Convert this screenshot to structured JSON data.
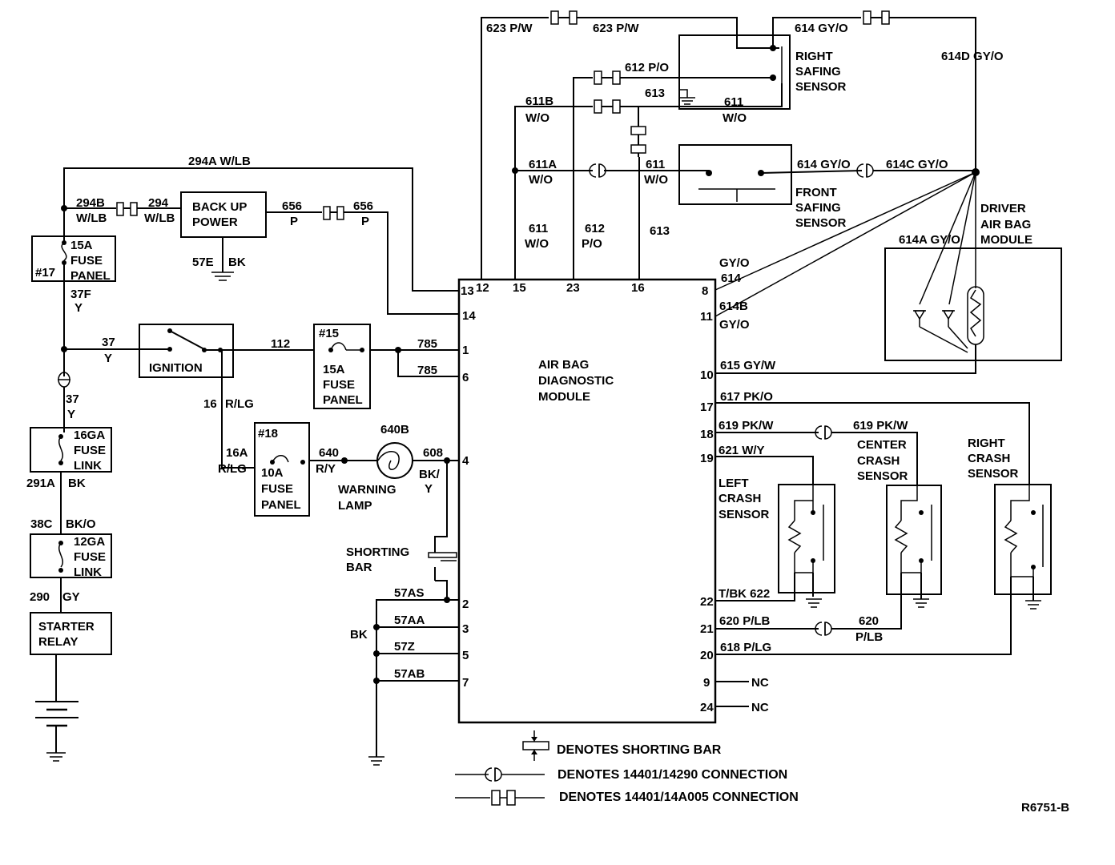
{
  "module": {
    "name": [
      "AIR BAG",
      "DIAGNOSTIC",
      "MODULE"
    ]
  },
  "pins": {
    "p13": "13",
    "p12": "12",
    "p15": "15",
    "p23": "23",
    "p16": "16",
    "p8": "8",
    "p14": "14",
    "p1": "1",
    "p6": "6",
    "p4": "4",
    "p2": "2",
    "p3": "3",
    "p5": "5",
    "p7": "7",
    "p11": "11",
    "p10": "10",
    "p17": "17",
    "p18": "18",
    "p19": "19",
    "p22": "22",
    "p21": "21",
    "p20": "20",
    "p9": "9",
    "p24": "24"
  },
  "wires": {
    "w623a": "623 P/W",
    "w623b": "623 P/W",
    "w614gyo": "614  GY/O",
    "w614d": "614D GY/O",
    "w612po": "612 P/O",
    "w613top": "613",
    "w611b": "611B",
    "w611b_c": "W/O",
    "w611top": "611",
    "w611top_c": "W/O",
    "w611a": "611A",
    "w611a_c": "W/O",
    "w611mid": "611",
    "w611mid_c": "W/O",
    "w614front": "614 GY/O",
    "w614c": "614C GY/O",
    "w611v": "611",
    "w611v_c": "W/O",
    "w612v": "612",
    "w612v_c": "P/O",
    "w613v": "613",
    "w294a": "294A W/LB",
    "w294b": "294B",
    "w294b_c": "W/LB",
    "w294": "294",
    "w294_c": "W/LB",
    "w656a": "656",
    "w656a_c": "P",
    "w656b": "656",
    "w656b_c": "P",
    "w57e": "57E",
    "w57e_c": "BK",
    "w37f": "37F",
    "w37f_c": "Y",
    "w37": "37",
    "w37_c": "Y",
    "w112": "112",
    "w785a": "785",
    "w785b": "785",
    "w16": "16",
    "w16_c": "R/LG",
    "w37b": "37",
    "w37b_c": "Y",
    "w16a": "16A",
    "w16a_c": "R/LG",
    "w640": "640",
    "w640_c": "R/Y",
    "w640b": "640B",
    "w608": "608",
    "w608_c": "BK/",
    "w608_c2": "Y",
    "w291a": "291A",
    "w291a_c": "BK",
    "w38c": "38C",
    "w38c_c": "BK/O",
    "w290": "290",
    "w290_c": "GY",
    "w57as": "57AS",
    "w57aa": "57AA",
    "w57z": "57Z",
    "w57ab": "57AB",
    "wbk": "BK",
    "w614gyo_r1": "GY/O",
    "w614_r1": "614",
    "w614b": "614B",
    "w614b_c": "GY/O",
    "w615": "615 GY/W",
    "w617": "617 PK/O",
    "w619a": "619 PK/W",
    "w619b": "619 PK/W",
    "w621": "621 W/Y",
    "w622": "T/BK 622",
    "w620a": "620 P/LB",
    "w620b": "620",
    "w620b_c": "P/LB",
    "w618": "618 P/LG",
    "nc1": "NC",
    "nc2": "NC",
    "w614a": "614A GY/O"
  },
  "components": {
    "right_safing": [
      "RIGHT",
      "SAFING",
      "SENSOR"
    ],
    "front_safing": [
      "FRONT",
      "SAFING",
      "SENSOR"
    ],
    "driver_airbag": [
      "DRIVER",
      "AIR BAG",
      "MODULE"
    ],
    "backup_power": [
      "BACK UP",
      "POWER"
    ],
    "fuse17": {
      "num": "#17",
      "lines": [
        "15A",
        "FUSE",
        "PANEL"
      ]
    },
    "ignition": "IGNITION",
    "fuse15": {
      "num": "#15",
      "lines": [
        "15A",
        "FUSE",
        "PANEL"
      ]
    },
    "fuse18": {
      "num": "#18",
      "lines": [
        "10A",
        "FUSE",
        "PANEL"
      ]
    },
    "warning_lamp": [
      "WARNING",
      "LAMP"
    ],
    "shorting_bar": [
      "SHORTING",
      "BAR"
    ],
    "fuselink16": [
      "16GA",
      "FUSE",
      "LINK"
    ],
    "fuselink12": [
      "12GA",
      "FUSE",
      "LINK"
    ],
    "starter_relay": [
      "STARTER",
      "RELAY"
    ],
    "left_crash": [
      "LEFT",
      "CRASH",
      "SENSOR"
    ],
    "center_crash": [
      "CENTER",
      "CRASH",
      "SENSOR"
    ],
    "right_crash": [
      "RIGHT",
      "CRASH",
      "SENSOR"
    ]
  },
  "legend": {
    "shorting": "DENOTES SHORTING BAR",
    "conn1": "DENOTES 14401/14290 CONNECTION",
    "conn2": "DENOTES 14401/14A005 CONNECTION"
  },
  "ref": "R6751-B"
}
